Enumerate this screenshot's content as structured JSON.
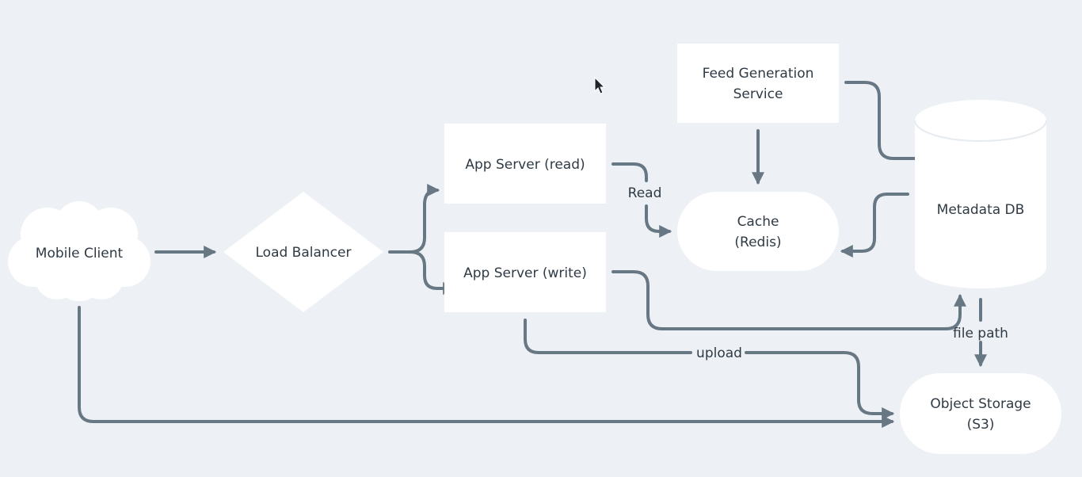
{
  "nodes": {
    "mobile_client": "Mobile Client",
    "load_balancer": "Load Balancer",
    "app_server_read": "App Server (read)",
    "app_server_write": "App Server (write)",
    "feed_generation": [
      "Feed Generation",
      "Service"
    ],
    "cache": [
      "Cache",
      "(Redis)"
    ],
    "metadata_db": "Metadata DB",
    "object_storage": [
      "Object Storage",
      "(S3)"
    ]
  },
  "edge_labels": {
    "read": "Read",
    "upload": "upload",
    "file_path": "file path"
  },
  "colors": {
    "background": "#edf1f5",
    "node_fill": "#ffffff",
    "edge": "#687784",
    "text": "#2f3a44"
  }
}
